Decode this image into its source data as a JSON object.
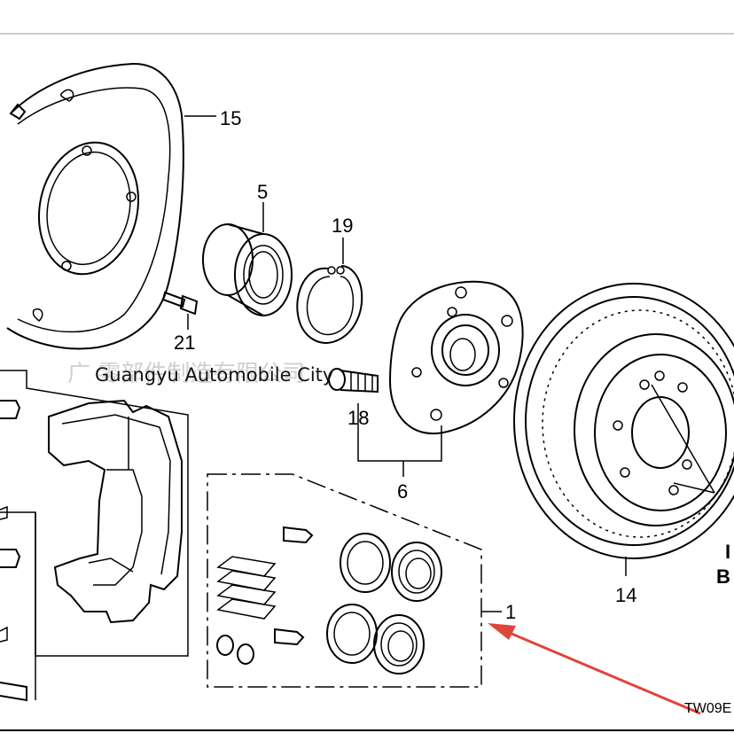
{
  "callouts": {
    "shield": "15",
    "bearing": "5",
    "snap_ring": "19",
    "bolt_small": "21",
    "hub_bolt": "18",
    "hub": "6",
    "pad_kit": "1",
    "rotor": "14"
  },
  "right_edge_letters": [
    "I",
    "B"
  ],
  "diagram_code": "TW09E",
  "watermark": {
    "english": "Guangyu Automobile City",
    "chinese": "广 零部件制造有限公司"
  },
  "colors": {
    "line": "#000000",
    "arrow": "#e0453a",
    "watermark_cn": "#d0d0d0",
    "background": "#ffffff"
  }
}
